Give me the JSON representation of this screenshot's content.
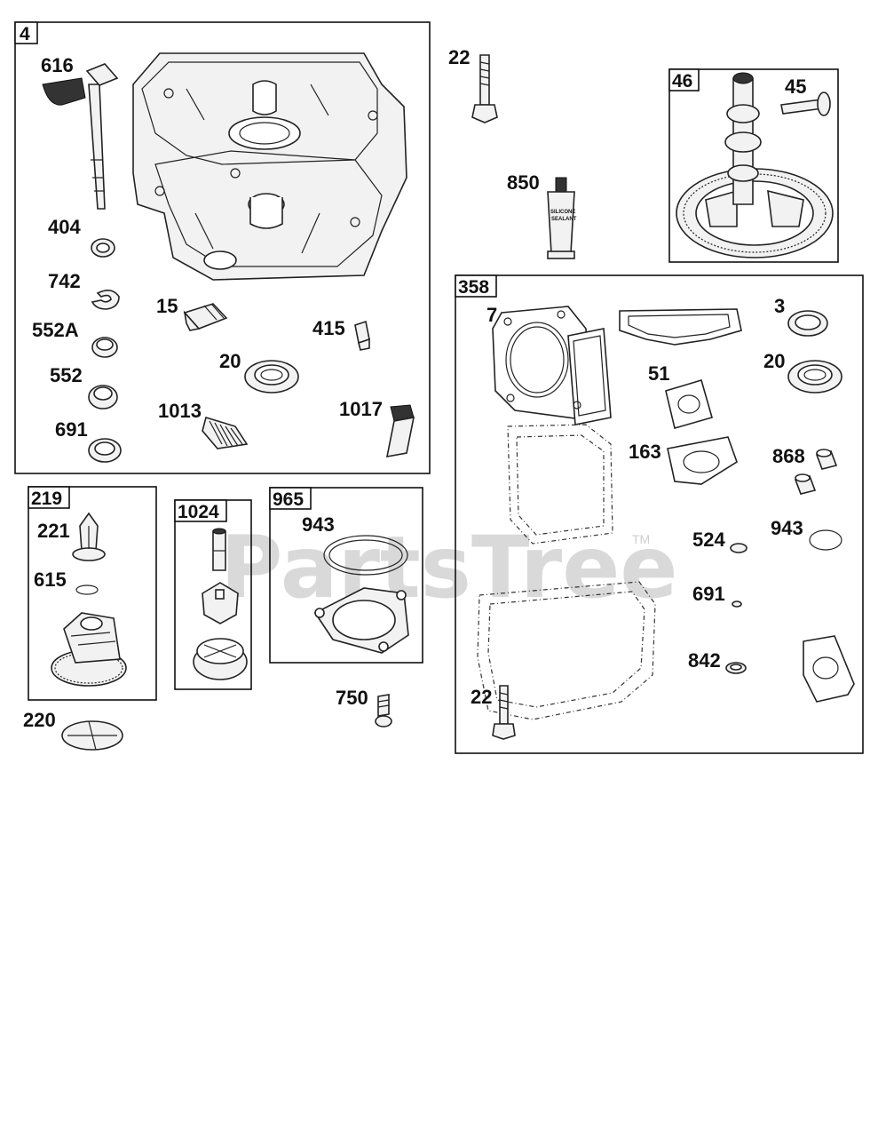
{
  "watermark": {
    "text": "PartsTree",
    "trademark": "TM"
  },
  "groups": {
    "g4": "4",
    "g46": "46",
    "g358": "358",
    "g219": "219",
    "g1024": "1024",
    "g965": "965"
  },
  "parts": {
    "p616": "616",
    "p404": "404",
    "p742": "742",
    "p552a": "552A",
    "p552": "552",
    "p691": "691",
    "p15": "15",
    "p415": "415",
    "p20": "20",
    "p1013": "1013",
    "p1017": "1017",
    "p22_top": "22",
    "p850": "850",
    "p45": "45",
    "p7": "7",
    "p3": "3",
    "p51": "51",
    "p20_b": "20",
    "p163": "163",
    "p868": "868",
    "p524": "524",
    "p943_b": "943",
    "p691_b": "691",
    "p842": "842",
    "p22_b": "22",
    "p221": "221",
    "p615": "615",
    "p220": "220",
    "p943": "943",
    "p750": "750"
  },
  "sealant_tube": {
    "line1": "SILICONE",
    "line2": "SEALANT"
  }
}
